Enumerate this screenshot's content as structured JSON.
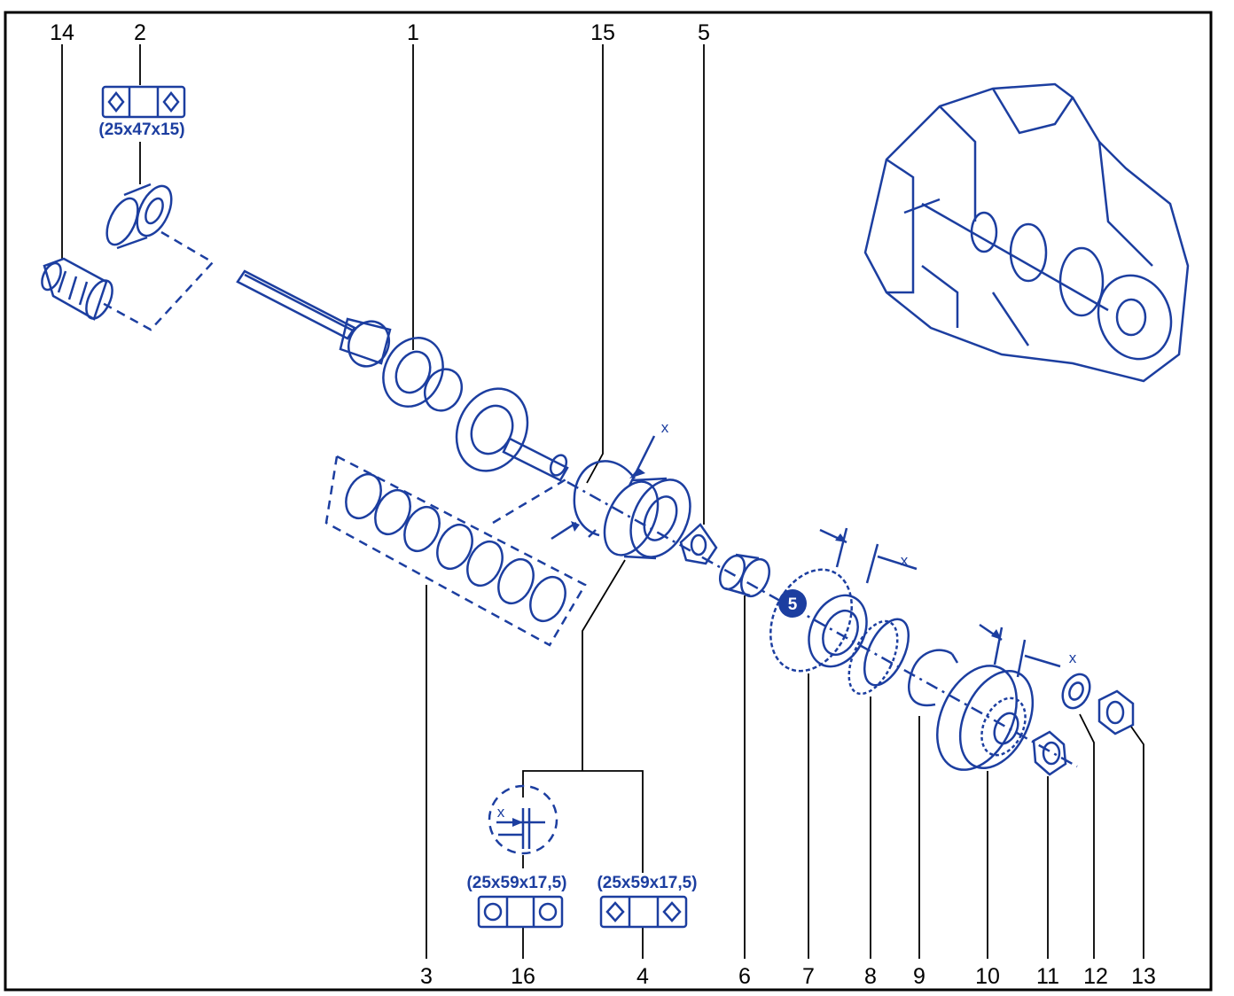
{
  "callouts": {
    "c14": "14",
    "c2": "2",
    "c1": "1",
    "c15": "15",
    "c5": "5",
    "c3": "3",
    "c16": "16",
    "c4": "4",
    "c6": "6",
    "c7": "7",
    "c8": "8",
    "c9": "9",
    "c10": "10",
    "c11": "11",
    "c12": "12",
    "c13": "13"
  },
  "specs": {
    "bearing_2": "(25x47x15)",
    "bearing_16": "(25x59x17,5)",
    "bearing_4": "(25x59x17,5)"
  },
  "markers": {
    "gear_badge": "5",
    "clearance_label": "x"
  },
  "colors": {
    "ink": "#1c3ea0",
    "frame": "#000000",
    "background": "#ffffff"
  }
}
